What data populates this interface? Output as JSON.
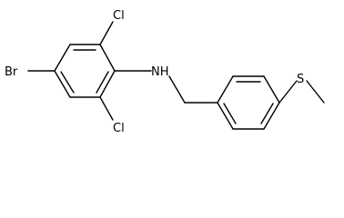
{
  "molecule": {
    "atoms": {
      "cl_top": "Cl",
      "br": "Br",
      "nh": "NH",
      "cl_bottom": "Cl",
      "s": "S"
    }
  }
}
